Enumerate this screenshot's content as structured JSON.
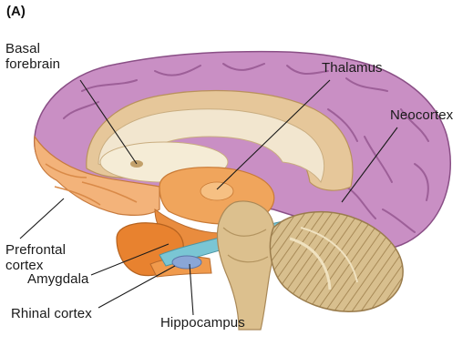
{
  "figure": {
    "panel_label": "(A)",
    "colors": {
      "neocortex": "#c98fc4",
      "neocortex_dark": "#9d5f98",
      "prefrontal": "#f3b37a",
      "limbic_orange": "#ee8a38",
      "corpus_callosum": "#eee0c6",
      "brainstem": "#dcc08e",
      "cerebellum": "#d8bf8e",
      "blue_band": "#7ac6d4"
    }
  },
  "labels": {
    "basal_forebrain_line1": "Basal",
    "basal_forebrain_line2": "forebrain",
    "thalamus": "Thalamus",
    "neocortex": "Neocortex",
    "prefrontal_line1": "Prefrontal",
    "prefrontal_line2": "cortex",
    "amygdala": "Amygdala",
    "rhinal_cortex": "Rhinal cortex",
    "hippocampus": "Hippocampus"
  }
}
